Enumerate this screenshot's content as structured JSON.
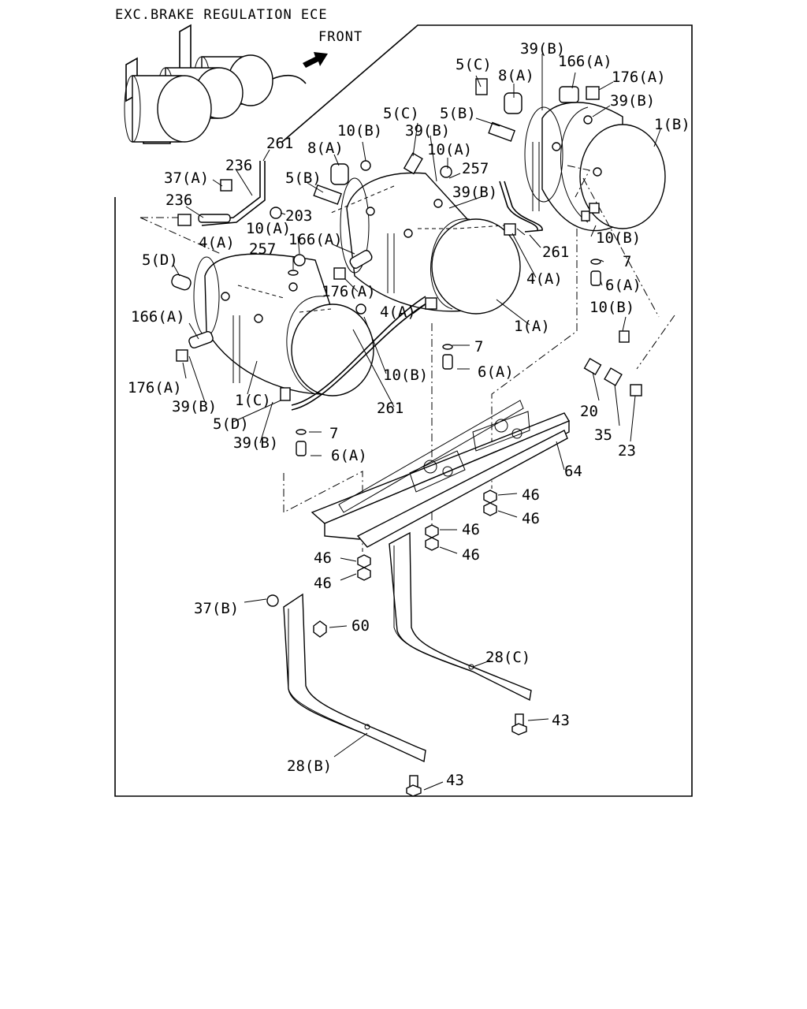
{
  "header": {
    "title": "EXC.BRAKE REGULATION ECE",
    "direction": "FRONT"
  },
  "callouts": [
    {
      "id": "c01",
      "text": "39(B)"
    },
    {
      "id": "c02",
      "text": "5(C)"
    },
    {
      "id": "c03",
      "text": "8(A)"
    },
    {
      "id": "c04",
      "text": "166(A)"
    },
    {
      "id": "c05",
      "text": "176(A)"
    },
    {
      "id": "c06",
      "text": "39(B)"
    },
    {
      "id": "c07",
      "text": "5(C)"
    },
    {
      "id": "c08",
      "text": "5(B)"
    },
    {
      "id": "c09",
      "text": "1(B)"
    },
    {
      "id": "c10",
      "text": "39(B)"
    },
    {
      "id": "c11",
      "text": "10(B)"
    },
    {
      "id": "c12",
      "text": "261"
    },
    {
      "id": "c13",
      "text": "8(A)"
    },
    {
      "id": "c14",
      "text": "10(A)"
    },
    {
      "id": "c15",
      "text": "236"
    },
    {
      "id": "c16",
      "text": "257"
    },
    {
      "id": "c17",
      "text": "37(A)"
    },
    {
      "id": "c18",
      "text": "5(B)"
    },
    {
      "id": "c19",
      "text": "39(B)"
    },
    {
      "id": "c20",
      "text": "236"
    },
    {
      "id": "c21",
      "text": "203"
    },
    {
      "id": "c22",
      "text": "10(A)"
    },
    {
      "id": "c23",
      "text": "166(A)"
    },
    {
      "id": "c24",
      "text": "4(A)"
    },
    {
      "id": "c25",
      "text": "10(B)"
    },
    {
      "id": "c26",
      "text": "261"
    },
    {
      "id": "c27",
      "text": "257"
    },
    {
      "id": "c28",
      "text": "5(D)"
    },
    {
      "id": "c29",
      "text": "7"
    },
    {
      "id": "c30",
      "text": "4(A)"
    },
    {
      "id": "c31",
      "text": "6(A)"
    },
    {
      "id": "c32",
      "text": "176(A)"
    },
    {
      "id": "c33",
      "text": "4(A)"
    },
    {
      "id": "c34",
      "text": "10(B)"
    },
    {
      "id": "c35",
      "text": "1(A)"
    },
    {
      "id": "c36",
      "text": "166(A)"
    },
    {
      "id": "c37",
      "text": "7"
    },
    {
      "id": "c38",
      "text": "6(A)"
    },
    {
      "id": "c39",
      "text": "10(B)"
    },
    {
      "id": "c40",
      "text": "176(A)"
    },
    {
      "id": "c41",
      "text": "1(C)"
    },
    {
      "id": "c42",
      "text": "20"
    },
    {
      "id": "c43",
      "text": "39(B)"
    },
    {
      "id": "c44",
      "text": "261"
    },
    {
      "id": "c45",
      "text": "5(D)"
    },
    {
      "id": "c46",
      "text": "35"
    },
    {
      "id": "c47",
      "text": "23"
    },
    {
      "id": "c48",
      "text": "39(B)"
    },
    {
      "id": "c49",
      "text": "7"
    },
    {
      "id": "c50",
      "text": "6(A)"
    },
    {
      "id": "c51",
      "text": "64"
    },
    {
      "id": "c52",
      "text": "46"
    },
    {
      "id": "c53",
      "text": "46"
    },
    {
      "id": "c54",
      "text": "46"
    },
    {
      "id": "c55",
      "text": "46"
    },
    {
      "id": "c56",
      "text": "46"
    },
    {
      "id": "c57",
      "text": "46"
    },
    {
      "id": "c58",
      "text": "37(B)"
    },
    {
      "id": "c59",
      "text": "60"
    },
    {
      "id": "c60",
      "text": "28(C)"
    },
    {
      "id": "c61",
      "text": "43"
    },
    {
      "id": "c62",
      "text": "28(B)"
    },
    {
      "id": "c63",
      "text": "43"
    }
  ]
}
